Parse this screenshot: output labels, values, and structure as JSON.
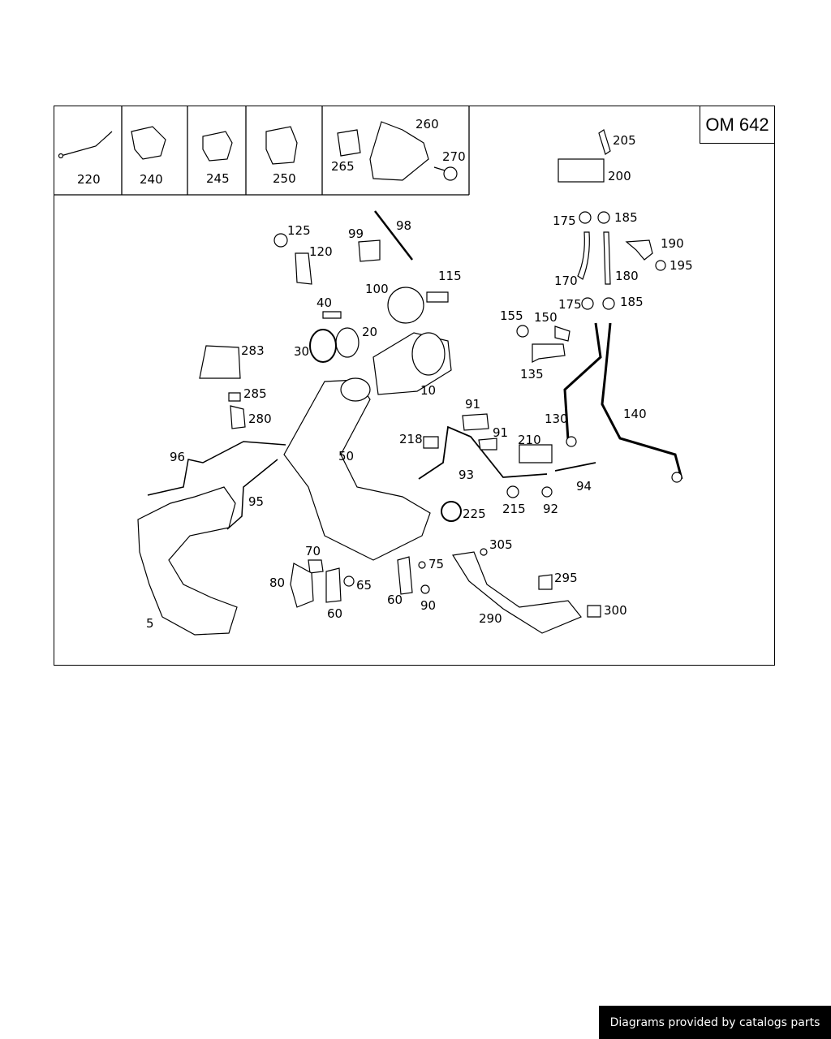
{
  "diagram": {
    "engine_code": "OM 642",
    "footer": "Diagrams provided by catalogs parts",
    "inset_labels": [
      "220",
      "240",
      "245",
      "250",
      "265",
      "260",
      "270"
    ],
    "part_labels": [
      "205",
      "200",
      "175",
      "185",
      "190",
      "195",
      "170",
      "180",
      "175",
      "185",
      "125",
      "120",
      "99",
      "98",
      "115",
      "100",
      "40",
      "20",
      "30",
      "283",
      "10",
      "155",
      "150",
      "135",
      "130",
      "140",
      "285",
      "280",
      "91",
      "218",
      "91",
      "210",
      "96",
      "50",
      "93",
      "94",
      "215",
      "92",
      "95",
      "225",
      "305",
      "295",
      "70",
      "75",
      "80",
      "65",
      "60",
      "90",
      "60",
      "300",
      "290",
      "5"
    ]
  }
}
